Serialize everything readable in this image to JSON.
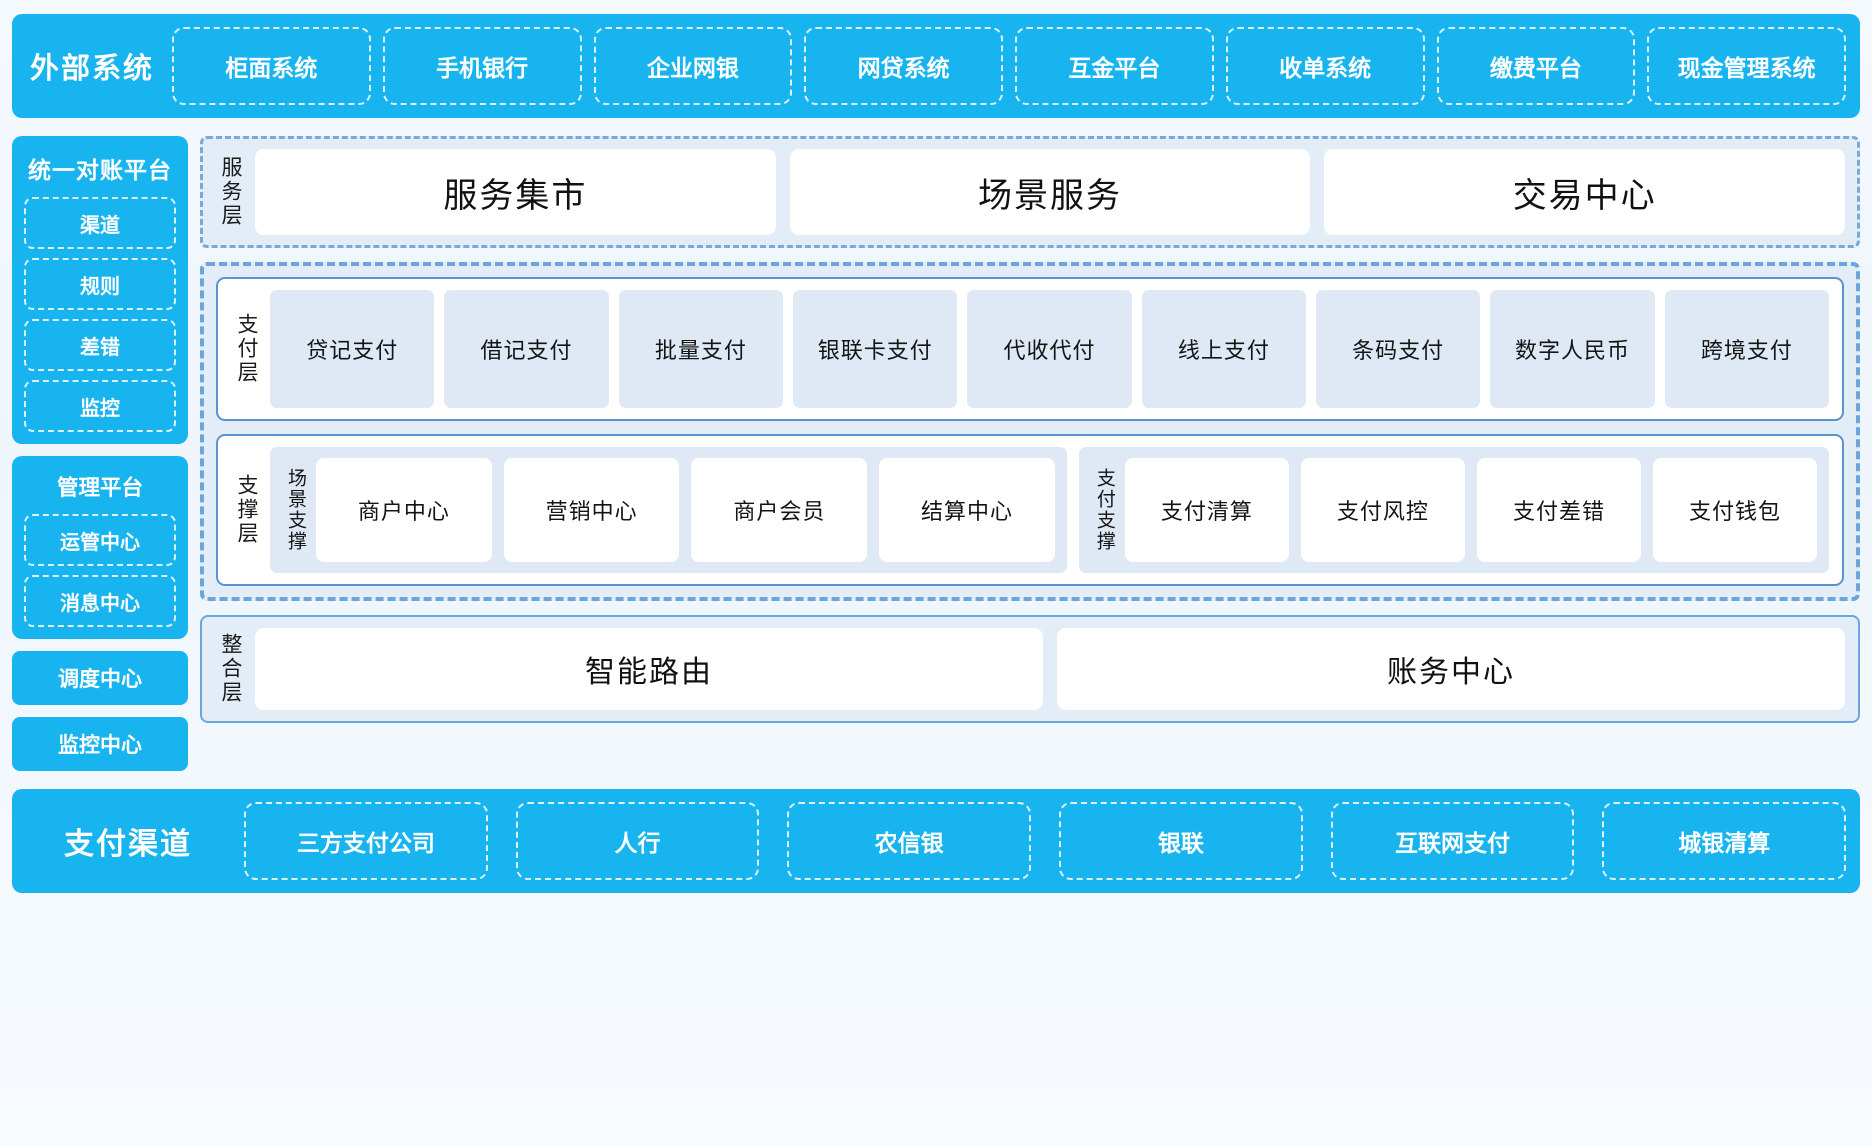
{
  "colors": {
    "brand_blue": "#18b4f0",
    "panel_blue": "#e3edf8",
    "tile_blue": "#dfe9f6",
    "border_blue": "#6ba5dc",
    "text_dark": "#141414"
  },
  "external_systems": {
    "title": "外部系统",
    "items": [
      "柜面系统",
      "手机银行",
      "企业网银",
      "网贷系统",
      "互金平台",
      "收单系统",
      "缴费平台",
      "现金管理系统"
    ]
  },
  "sidebar": {
    "reconciliation": {
      "title": "统一对账平台",
      "items": [
        "渠道",
        "规则",
        "差错",
        "监控"
      ]
    },
    "management": {
      "title": "管理平台",
      "items": [
        "运管中心",
        "消息中心"
      ]
    },
    "standalone": [
      "调度中心",
      "监控中心"
    ]
  },
  "service_layer": {
    "label": "服务层",
    "items": [
      "服务集市",
      "场景服务",
      "交易中心"
    ]
  },
  "payment_layer": {
    "label": "支付层",
    "items": [
      "贷记支付",
      "借记支付",
      "批量支付",
      "银联卡支付",
      "代收代付",
      "线上支付",
      "条码支付",
      "数字人民币",
      "跨境支付"
    ]
  },
  "support_layer": {
    "label": "支撑层",
    "groups": [
      {
        "label": "场景支撑",
        "items": [
          "商户中心",
          "营销中心",
          "商户会员",
          "结算中心"
        ]
      },
      {
        "label": "支付支撑",
        "items": [
          "支付清算",
          "支付风控",
          "支付差错",
          "支付钱包"
        ]
      }
    ]
  },
  "integration_layer": {
    "label": "整合层",
    "items": [
      "智能路由",
      "账务中心"
    ]
  },
  "payment_channels": {
    "title": "支付渠道",
    "items": [
      "三方支付公司",
      "人行",
      "农信银",
      "银联",
      "互联网支付",
      "城银清算"
    ]
  }
}
